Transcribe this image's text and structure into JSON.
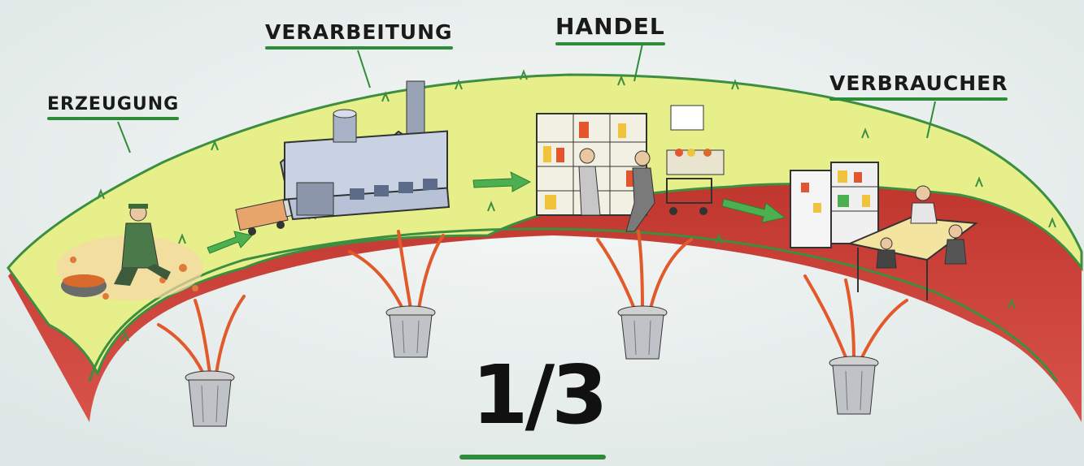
{
  "stages": [
    {
      "id": "erzeugung",
      "label": "ERZEUGUNG"
    },
    {
      "id": "verarbeitung",
      "label": "VERARBEITUNG"
    },
    {
      "id": "handel",
      "label": "HANDEL"
    },
    {
      "id": "verbraucher",
      "label": "VERBRAUCHER"
    }
  ],
  "fraction": "1/3",
  "colors": {
    "grass": "#e6ef8a",
    "soil": "#c0392b",
    "underline": "#2e8b3a",
    "arrow": "#4caf50",
    "waste_stream": "#e25a2c"
  },
  "icons": [
    "farmer-icon",
    "truck-icon",
    "factory-icon",
    "supermarket-icon",
    "refrigerator-icon",
    "family-table-icon",
    "trash-can-icon",
    "arrow-icon"
  ]
}
